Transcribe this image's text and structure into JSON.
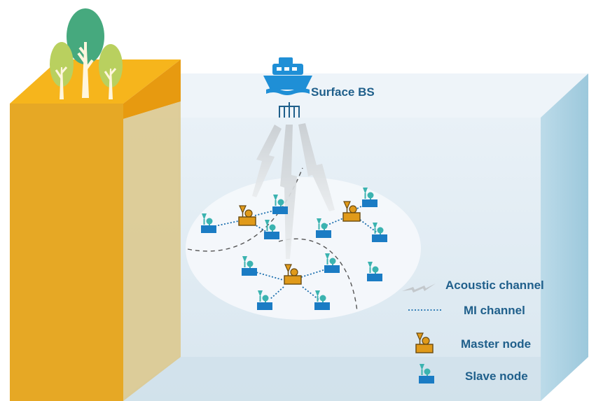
{
  "labels": {
    "surface_bs": "Surface BS",
    "acoustic_channel": "Acoustic channel",
    "mi_channel": "MI channel",
    "master_node": "Master node",
    "slave_node": "Slave node"
  },
  "colors": {
    "water_front": "#dfebf3",
    "water_top": "#eef4f9",
    "water_side": "#a9cfe0",
    "cliff_front": "#e6a825",
    "cliff_top": "#f6b51c",
    "text": "#1f5f8b",
    "master": "#e09a1a",
    "slave": "#1b7cc4",
    "antenna": "#3bb3b0",
    "link": "#1b6fae",
    "boat": "#1f8fd6"
  },
  "icons": [
    "boat-icon",
    "antenna-array-icon",
    "tree-icon",
    "lightning-icon",
    "master-node-icon",
    "slave-node-icon"
  ]
}
